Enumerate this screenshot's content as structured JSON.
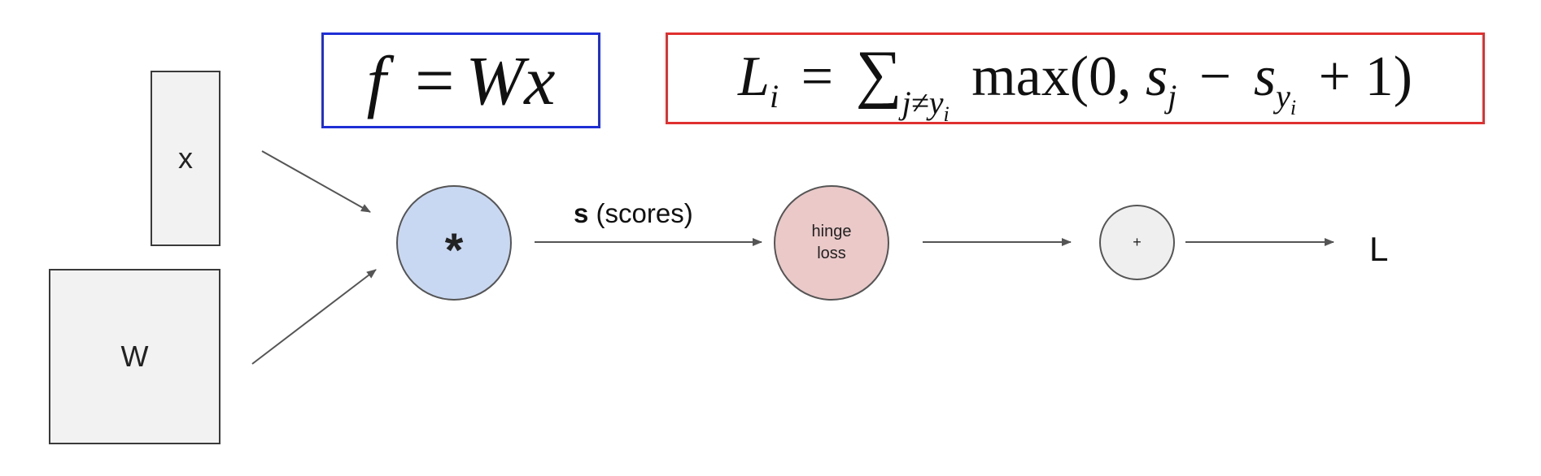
{
  "diagram": {
    "inputs": {
      "x_label": "x",
      "w_label": "W"
    },
    "nodes": {
      "multiply_label": "*",
      "hinge_label_line1": "hinge",
      "hinge_label_line2": "loss",
      "add_label": "+",
      "output_label": "L"
    },
    "edge_labels": {
      "scores_symbol": "s",
      "scores_text": "(scores)"
    },
    "formulas": {
      "score_function": {
        "lhs": "f",
        "eq": "=",
        "rhs_w": "W",
        "rhs_x": "x",
        "border_color": "#1f2fd6"
      },
      "hinge_loss": {
        "lhs": "L",
        "lhs_sub": "i",
        "eq": "=",
        "sum": "∑",
        "sum_sub": "j≠y",
        "sum_sub_sub": "i",
        "func": "max",
        "open": "(0,",
        "s1": "s",
        "s1_sub": "j",
        "minus": "−",
        "s2": "s",
        "s2_sub": "y",
        "s2_sub_sub": "i",
        "plus_one": "+ 1)",
        "border_color": "#e03030"
      }
    },
    "colors": {
      "multiply_fill": "#c9d8f2",
      "hinge_fill": "#ebc9c9",
      "add_fill": "#efefef",
      "input_fill": "#f2f2f2",
      "edge_color": "#555555"
    }
  }
}
